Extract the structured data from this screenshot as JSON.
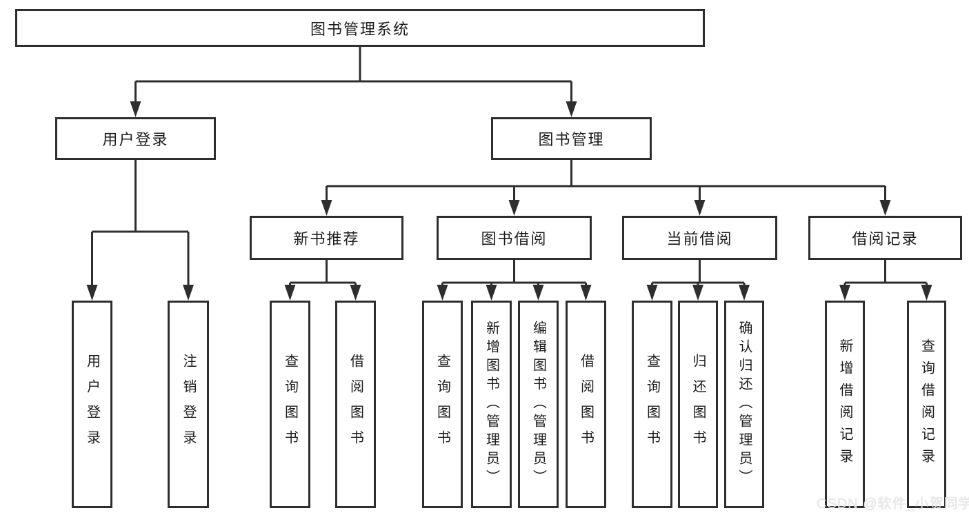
{
  "diagram": {
    "title": "图书管理系统",
    "root": {
      "label": "图书管理系统"
    },
    "level2": [
      {
        "label": "用户登录"
      },
      {
        "label": "图书管理"
      }
    ],
    "level3": [
      {
        "label": "新书推荐"
      },
      {
        "label": "图书借阅"
      },
      {
        "label": "当前借阅"
      },
      {
        "label": "借阅记录"
      }
    ],
    "leaves": {
      "user_login": [
        "用户登录",
        "注销登录"
      ],
      "new_books": [
        "查询图书",
        "借阅图书"
      ],
      "borrow": [
        "查询图书",
        "新增图书（管理员）",
        "编辑图书（管理员）",
        "借阅图书"
      ],
      "current": [
        "查询图书",
        "归还图书",
        "确认归还（管理员）"
      ],
      "records": [
        "新增借阅记录",
        "查询借阅记录"
      ]
    },
    "colors": {
      "line": "#2e2e2e",
      "text": "#1c1c1c",
      "background": "#ffffff"
    }
  },
  "watermark": {
    "text": "CSDN @软件_小贺同学"
  }
}
